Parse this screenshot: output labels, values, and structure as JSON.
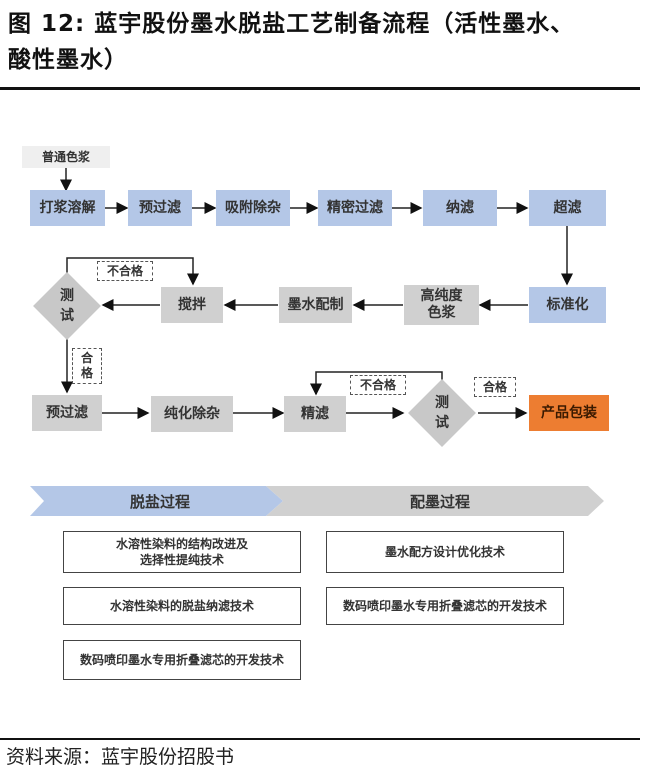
{
  "figure": {
    "title_line1": "图 12: 蓝宇股份墨水脱盐工艺制备流程（活性墨水、",
    "title_line2": "酸性墨水）",
    "source": "资料来源：蓝宇股份招股书"
  },
  "flow": {
    "input": "普通色浆",
    "row1": [
      "打浆溶解",
      "预过滤",
      "吸附除杂",
      "精密过滤",
      "纳滤",
      "超滤"
    ],
    "row2": [
      "标准化",
      "高纯度\n色浆",
      "墨水配制",
      "搅拌"
    ],
    "test1": "测\n试",
    "row3": [
      "预过滤",
      "纯化除杂",
      "精滤"
    ],
    "test2": "测\n试",
    "output": "产品包装",
    "fail_label": "不合格",
    "pass_label": "合格",
    "pass_label_vertical": "合\n格"
  },
  "colors": {
    "desalt_stage": "#b4c7e7",
    "mixing_stage": "#d0d0d0",
    "output": "#ed7d31"
  },
  "stages": {
    "desalt": {
      "label": "脱盐过程",
      "techniques": [
        "水溶性染料的结构改进及\n选择性提纯技术",
        "水溶性染料的脱盐纳滤技术",
        "数码喷印墨水专用折叠滤芯的开发技术"
      ]
    },
    "mixing": {
      "label": "配墨过程",
      "techniques": [
        "墨水配方设计优化技术",
        "数码喷印墨水专用折叠滤芯的开发技术"
      ]
    }
  }
}
